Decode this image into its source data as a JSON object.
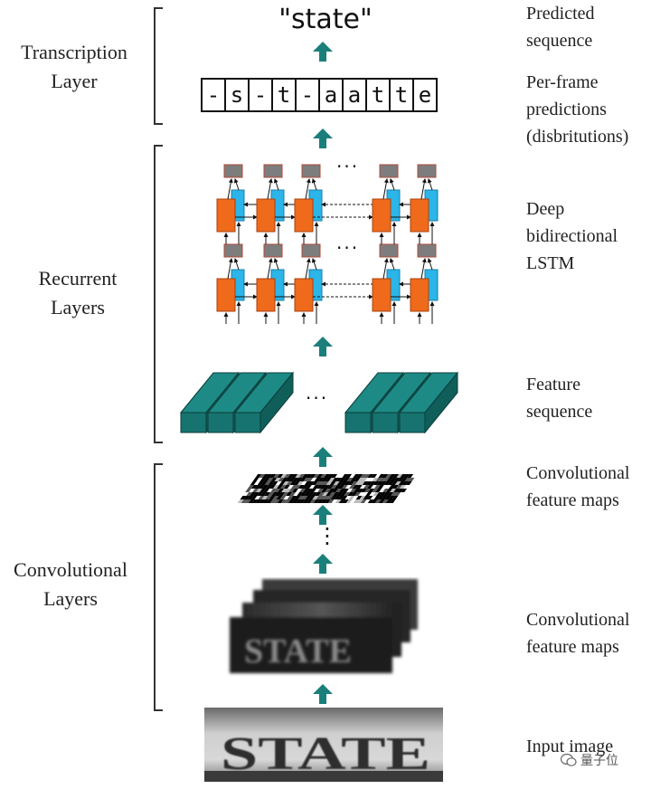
{
  "left_labels": {
    "transcription": [
      "Transcription",
      "Layer"
    ],
    "recurrent": [
      "Recurrent",
      "Layers"
    ],
    "convolutional": [
      "Convolutional",
      "Layers"
    ]
  },
  "right_labels": {
    "predicted": [
      "Predicted",
      "sequence"
    ],
    "per_frame": [
      "Per-frame",
      "predictions",
      "(disbritutions)"
    ],
    "lstm": [
      "Deep",
      "bidirectional",
      "LSTM"
    ],
    "feature_seq": [
      "Feature",
      "sequence"
    ],
    "conv_maps_1": [
      "Convolutional",
      "feature maps"
    ],
    "conv_maps_2": [
      "Convolutional",
      "feature maps"
    ],
    "input": [
      "Input image"
    ]
  },
  "predicted_word": "\"state\"",
  "frame_predictions": [
    "-",
    "s",
    "-",
    "t",
    "-",
    "a",
    "a",
    "t",
    "t",
    "e"
  ],
  "image_text": "STATE",
  "dots_h": "···",
  "dots_v": "⋮",
  "watermark": "量子位",
  "colors": {
    "arrow": "#1a7f7a",
    "feature_column": "#17736f",
    "lstm_forward": "#f06a1c",
    "lstm_backward": "#2bb5e8",
    "lstm_output": "#7d7d7d",
    "bracket": "#333333"
  }
}
